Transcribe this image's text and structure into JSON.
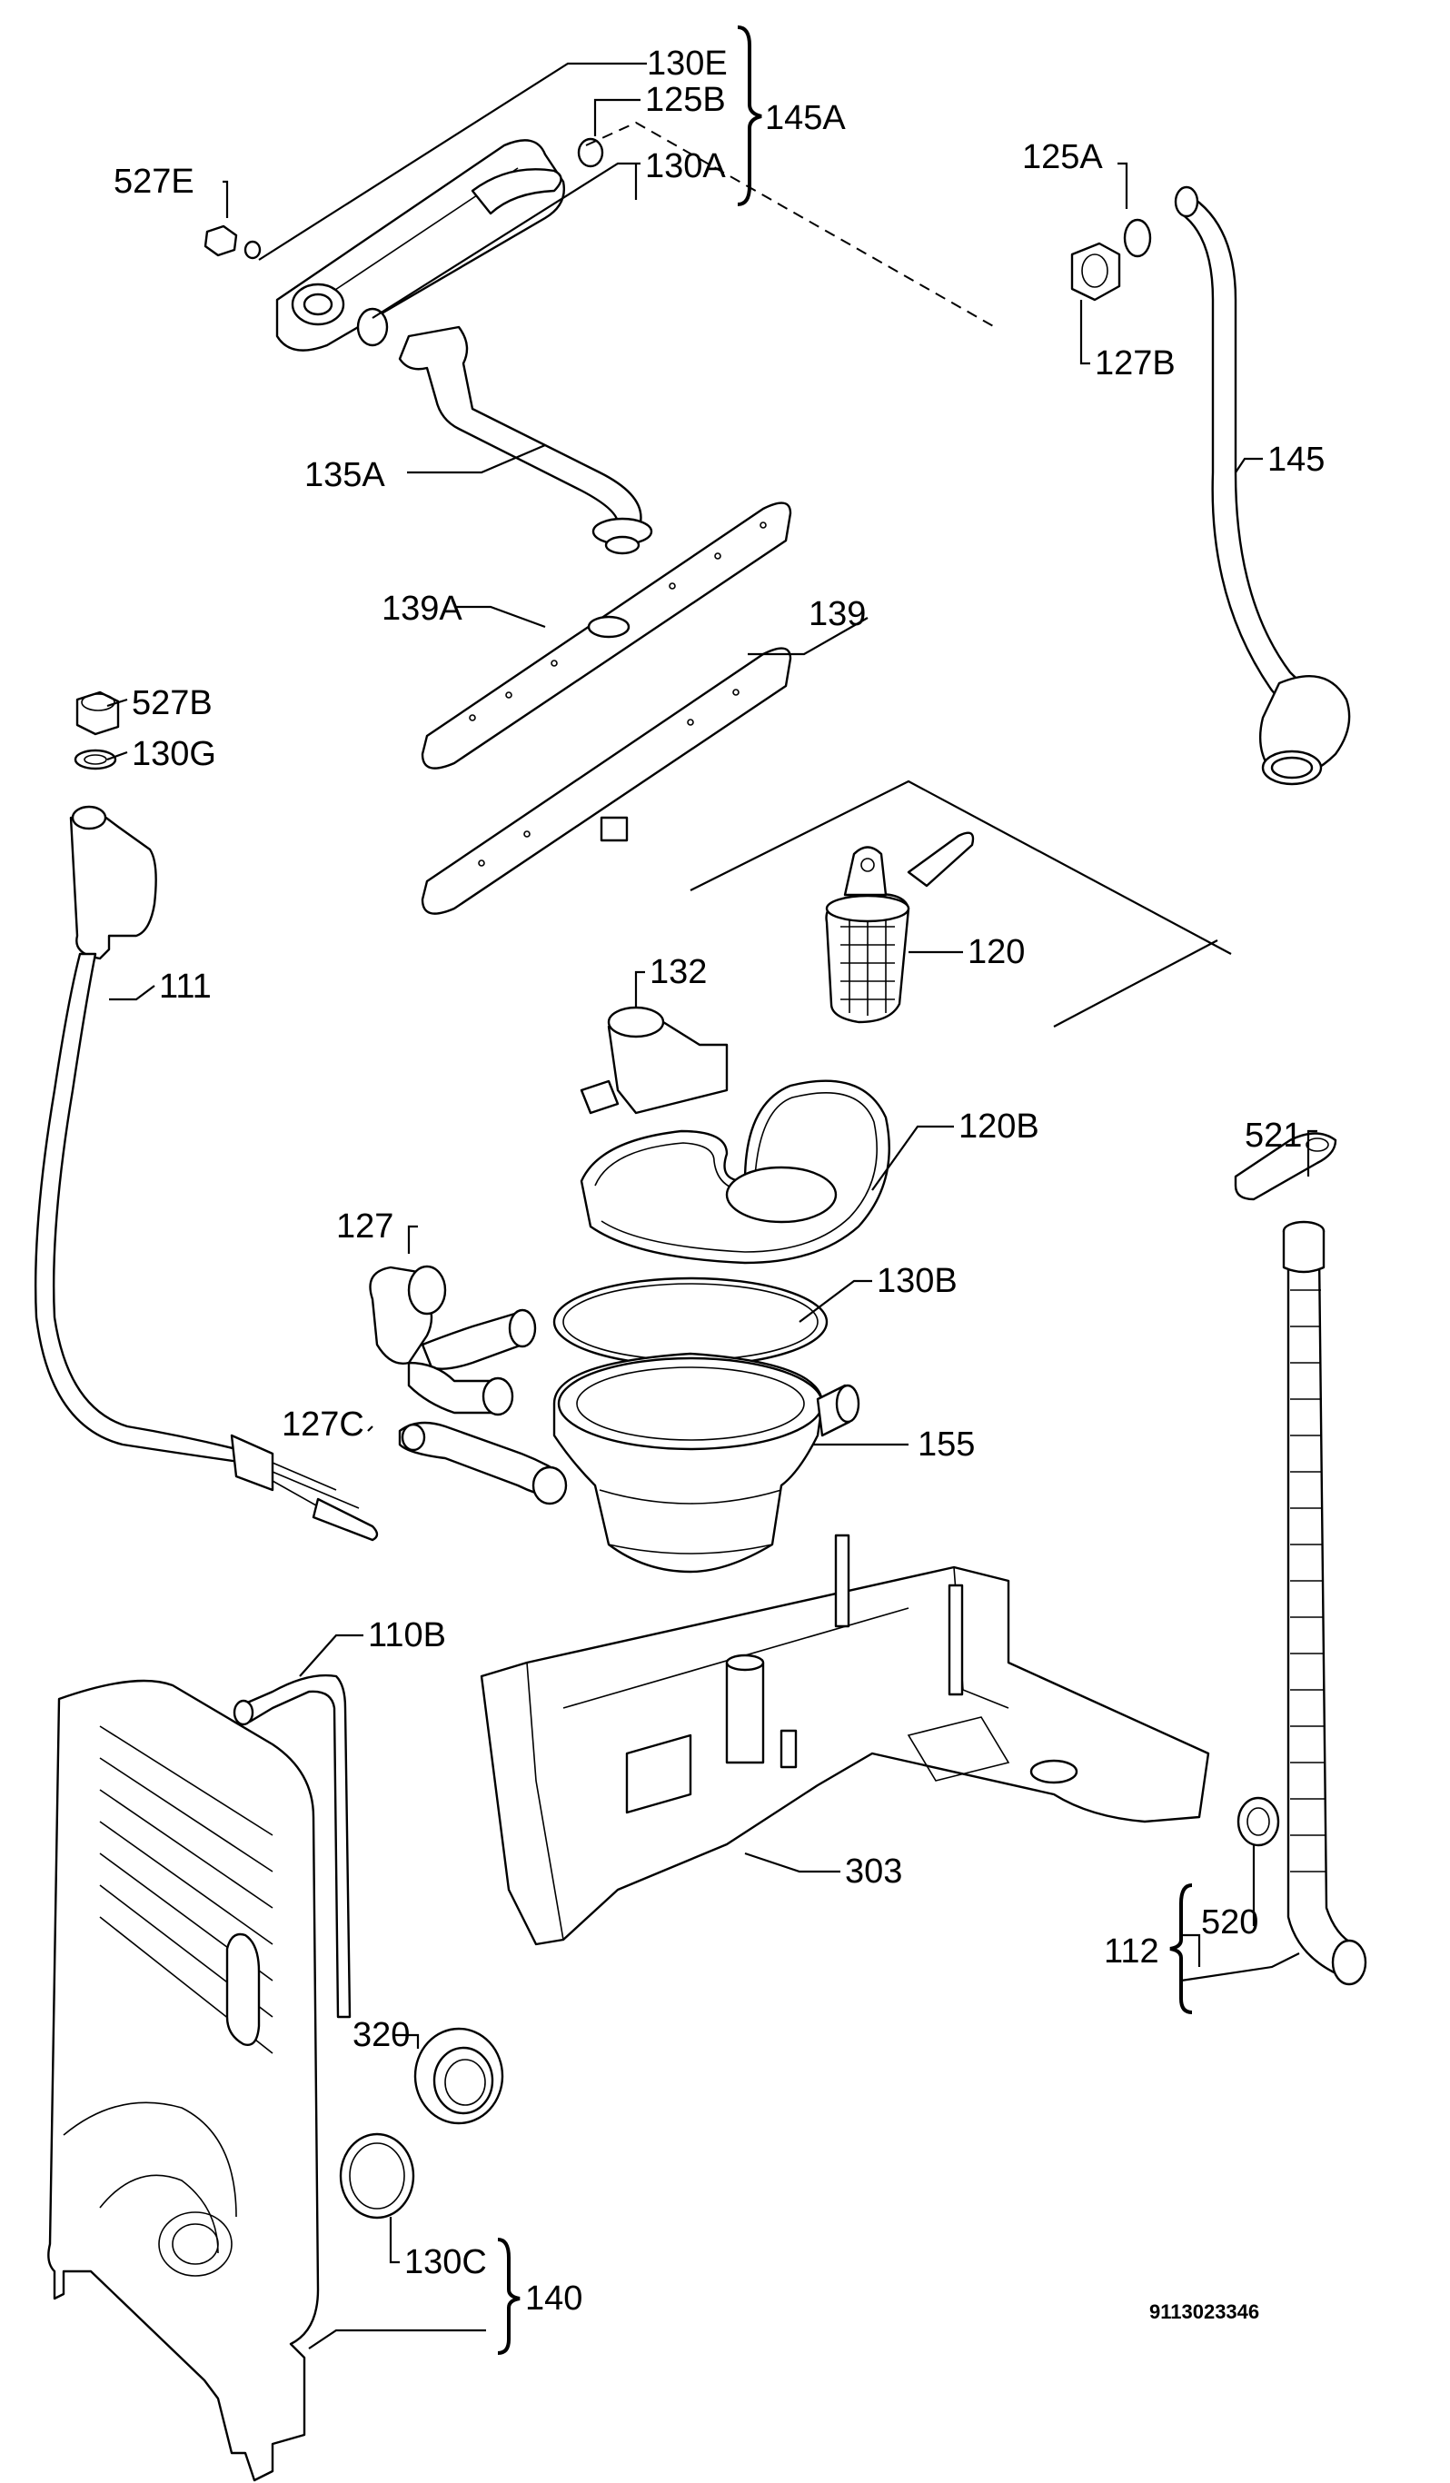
{
  "labels": {
    "l130e": "130E",
    "l125b": "125B",
    "l145a": "145A",
    "l527e": "527E",
    "l130a": "130A",
    "l125a": "125A",
    "l127b": "127B",
    "l135a": "135A",
    "l145": "145",
    "l139a": "139A",
    "l139": "139",
    "l527b": "527B",
    "l130g": "130G",
    "l120": "120",
    "l132": "132",
    "l111": "111",
    "l120b": "120B",
    "l521": "521",
    "l127": "127",
    "l130b": "130B",
    "l127c": "127C",
    "l155": "155",
    "l110b": "110B",
    "l303": "303",
    "l112": "112",
    "l520": "520",
    "l320": "320",
    "l130c": "130C",
    "l140": "140"
  },
  "document_id": "9113023346"
}
